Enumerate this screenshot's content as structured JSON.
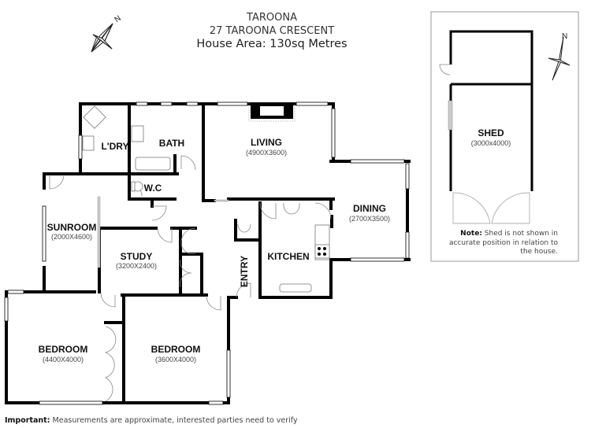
{
  "header": {
    "suburb": "TAROONA",
    "address": "27 TAROONA CRESCENT",
    "area": "House Area: 130sq Metres"
  },
  "compass": {
    "main": {
      "icon": "north-arrow-icon",
      "label": "N"
    },
    "shed": {
      "icon": "north-arrow-icon",
      "label": "N"
    }
  },
  "rooms": {
    "laundry": {
      "name": "L'DRY"
    },
    "bath": {
      "name": "BATH"
    },
    "wc": {
      "name": "W.C"
    },
    "living": {
      "name": "LIVING",
      "dims": "(4900X3600)"
    },
    "dining": {
      "name": "DINING",
      "dims": "(2700X3500)"
    },
    "sunroom": {
      "name": "SUNROOM",
      "dims": "(2000X4600)"
    },
    "study": {
      "name": "STUDY",
      "dims": "(3200X2400)"
    },
    "kitchen": {
      "name": "KITCHEN"
    },
    "entry": {
      "name": "ENTRY"
    },
    "bedroom1": {
      "name": "BEDROOM",
      "dims": "(4400X4000)"
    },
    "bedroom2": {
      "name": "BEDROOM",
      "dims": "(3600X4000)"
    }
  },
  "shed": {
    "name": "SHED",
    "dims": "(3000x4000)",
    "note_label": "Note:",
    "note_text": "Shed is not shown in accurate position in relation to the house."
  },
  "footer": {
    "label": "Important:",
    "text": "Measurements are approximate, interested parties need to verify"
  },
  "colors": {
    "wall": "#000000",
    "window": "#ffffff",
    "fixture": "#888888",
    "shed_border": "#999999"
  }
}
